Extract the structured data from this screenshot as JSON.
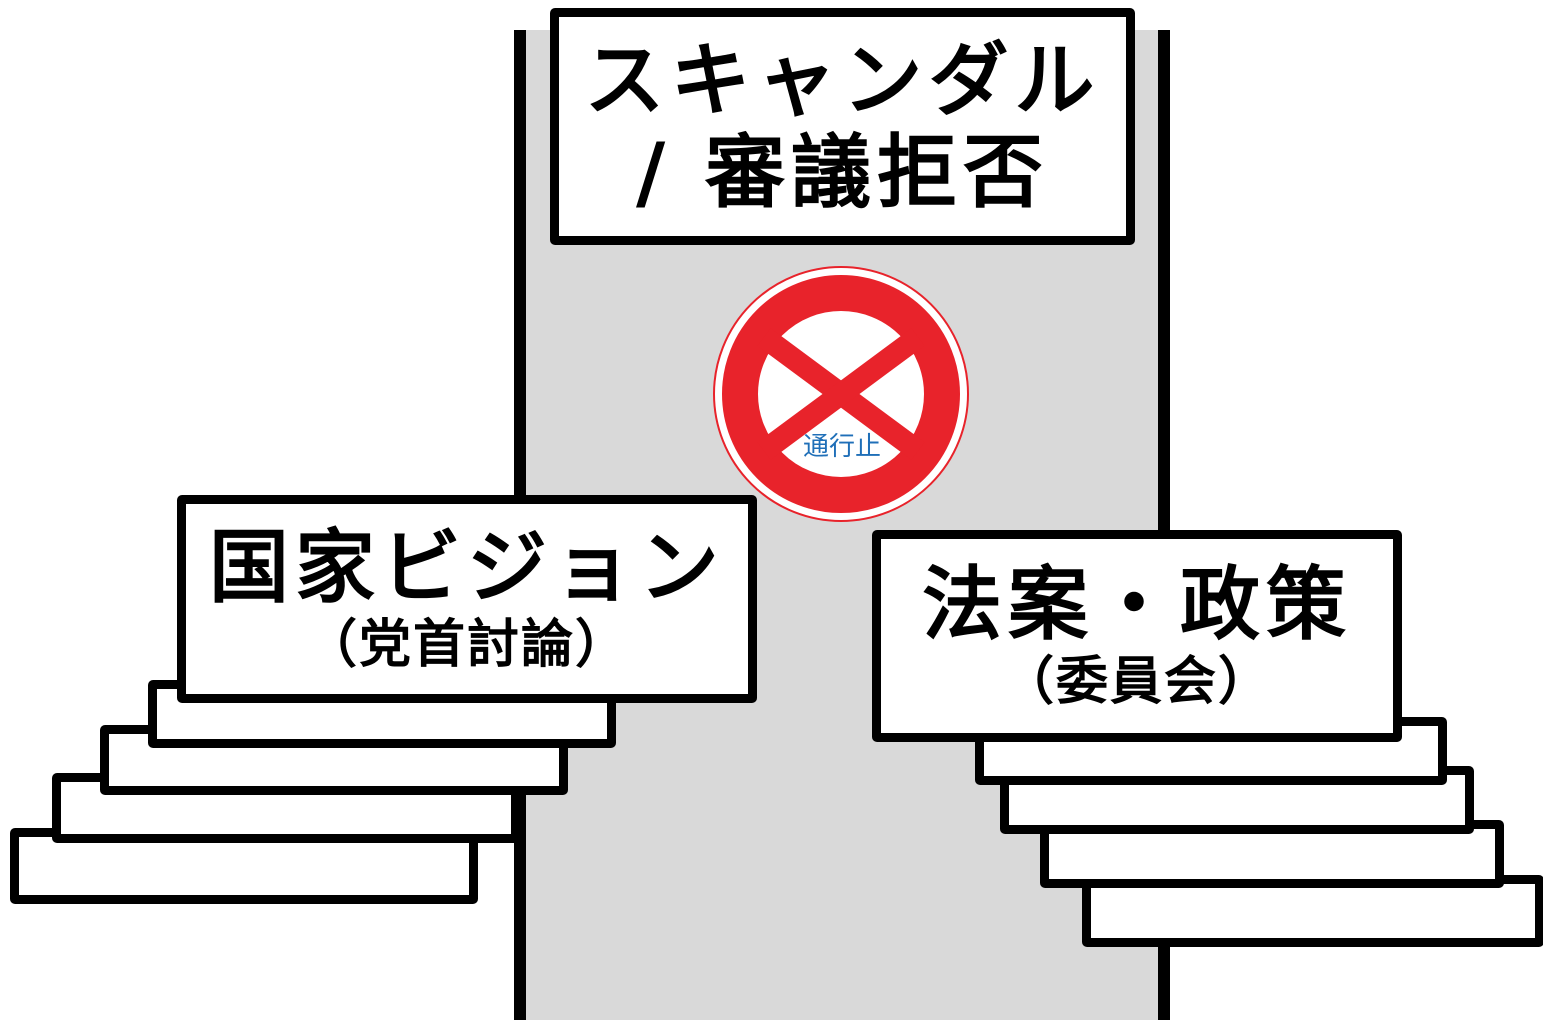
{
  "top_box": {
    "line1": "スキャンダル",
    "line2": "/ 審議拒否"
  },
  "sign": {
    "icon": "no-passage-sign-icon",
    "text": "通行止",
    "colors": {
      "ring": "#e8232b",
      "cross": "#e8232b",
      "text": "#1f6fb8",
      "rim": "#e8232b"
    }
  },
  "left_box": {
    "line1": "国家ビジョン",
    "line2": "（党首討論）"
  },
  "right_box": {
    "line1": "法案・政策",
    "line2": "（委員会）"
  },
  "colors": {
    "road": "#d9d9d9",
    "outline": "#000000",
    "box_fill": "#ffffff"
  }
}
